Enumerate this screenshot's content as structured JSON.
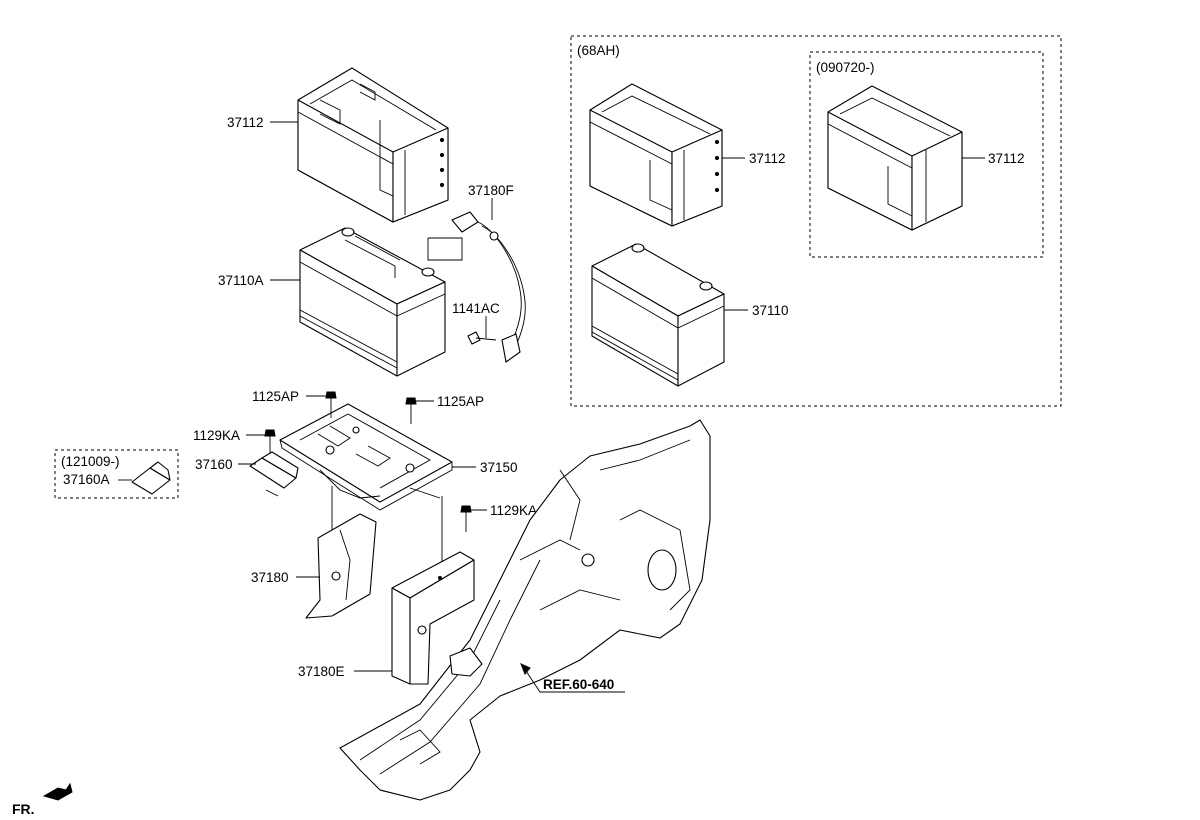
{
  "boxes": {
    "ah_variant": "(68AH)",
    "date_variant": "(090720-)",
    "tray_variant": "(121009-)"
  },
  "labels": {
    "cover_main": "37112",
    "cover_68ah": "37112",
    "cover_090720": "37112",
    "battery_main": "37110A",
    "battery_68ah": "37110",
    "cable": "37180F",
    "bolt_cable": "1141AC",
    "bolt_tray_left": "1125AP",
    "bolt_tray_right": "1125AP",
    "bolt_bracket_left": "1129KA",
    "bolt_bracket_right": "1129KA",
    "bracket_small": "37160",
    "bracket_small_alt": "37160A",
    "tray": "37150",
    "bracket_left": "37180",
    "bracket_front": "37180E",
    "reference": "REF.60-640",
    "front_indicator": "FR."
  }
}
